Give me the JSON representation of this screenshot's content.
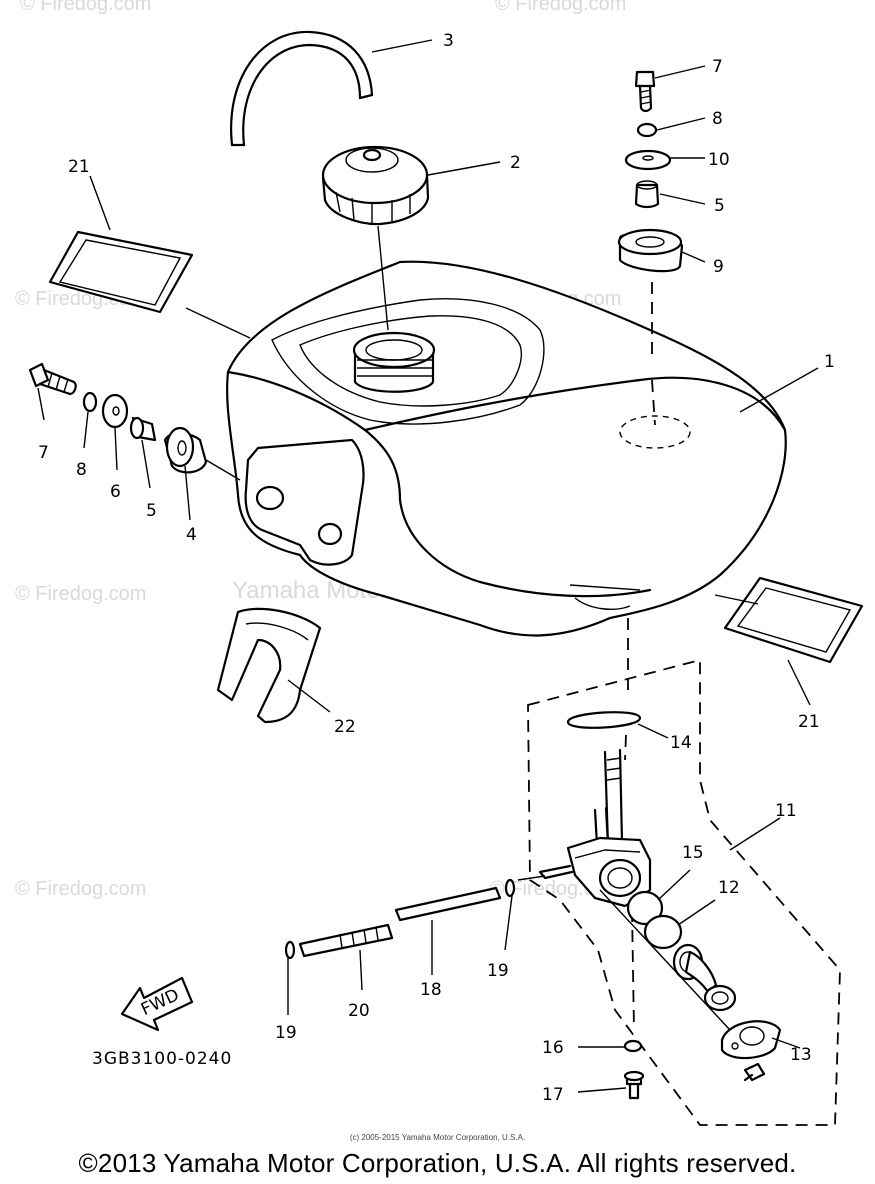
{
  "diagram": {
    "part_code": "3GB3100-0240",
    "fwd_label": "FWD",
    "watermarks": {
      "firedog": "© Firedog.com",
      "yamaha": "Yamaha Motor Corporation, U.S.A."
    },
    "callouts": {
      "c1": "1",
      "c2": "2",
      "c3": "3",
      "c4": "4",
      "c5a": "5",
      "c5b": "5",
      "c6": "6",
      "c7a": "7",
      "c7b": "7",
      "c8a": "8",
      "c8b": "8",
      "c9": "9",
      "c10": "10",
      "c11": "11",
      "c12": "12",
      "c13": "13",
      "c14": "14",
      "c15": "15",
      "c16": "16",
      "c17": "17",
      "c18": "18",
      "c19a": "19",
      "c19b": "19",
      "c20": "20",
      "c21a": "21",
      "c21b": "21",
      "c22": "22"
    }
  },
  "footer": {
    "small_copyright": "(c) 2005-2015 Yamaha Motor Corporation, U.S.A.",
    "copyright": "©2013 Yamaha Motor Corporation, U.S.A. All rights reserved."
  }
}
